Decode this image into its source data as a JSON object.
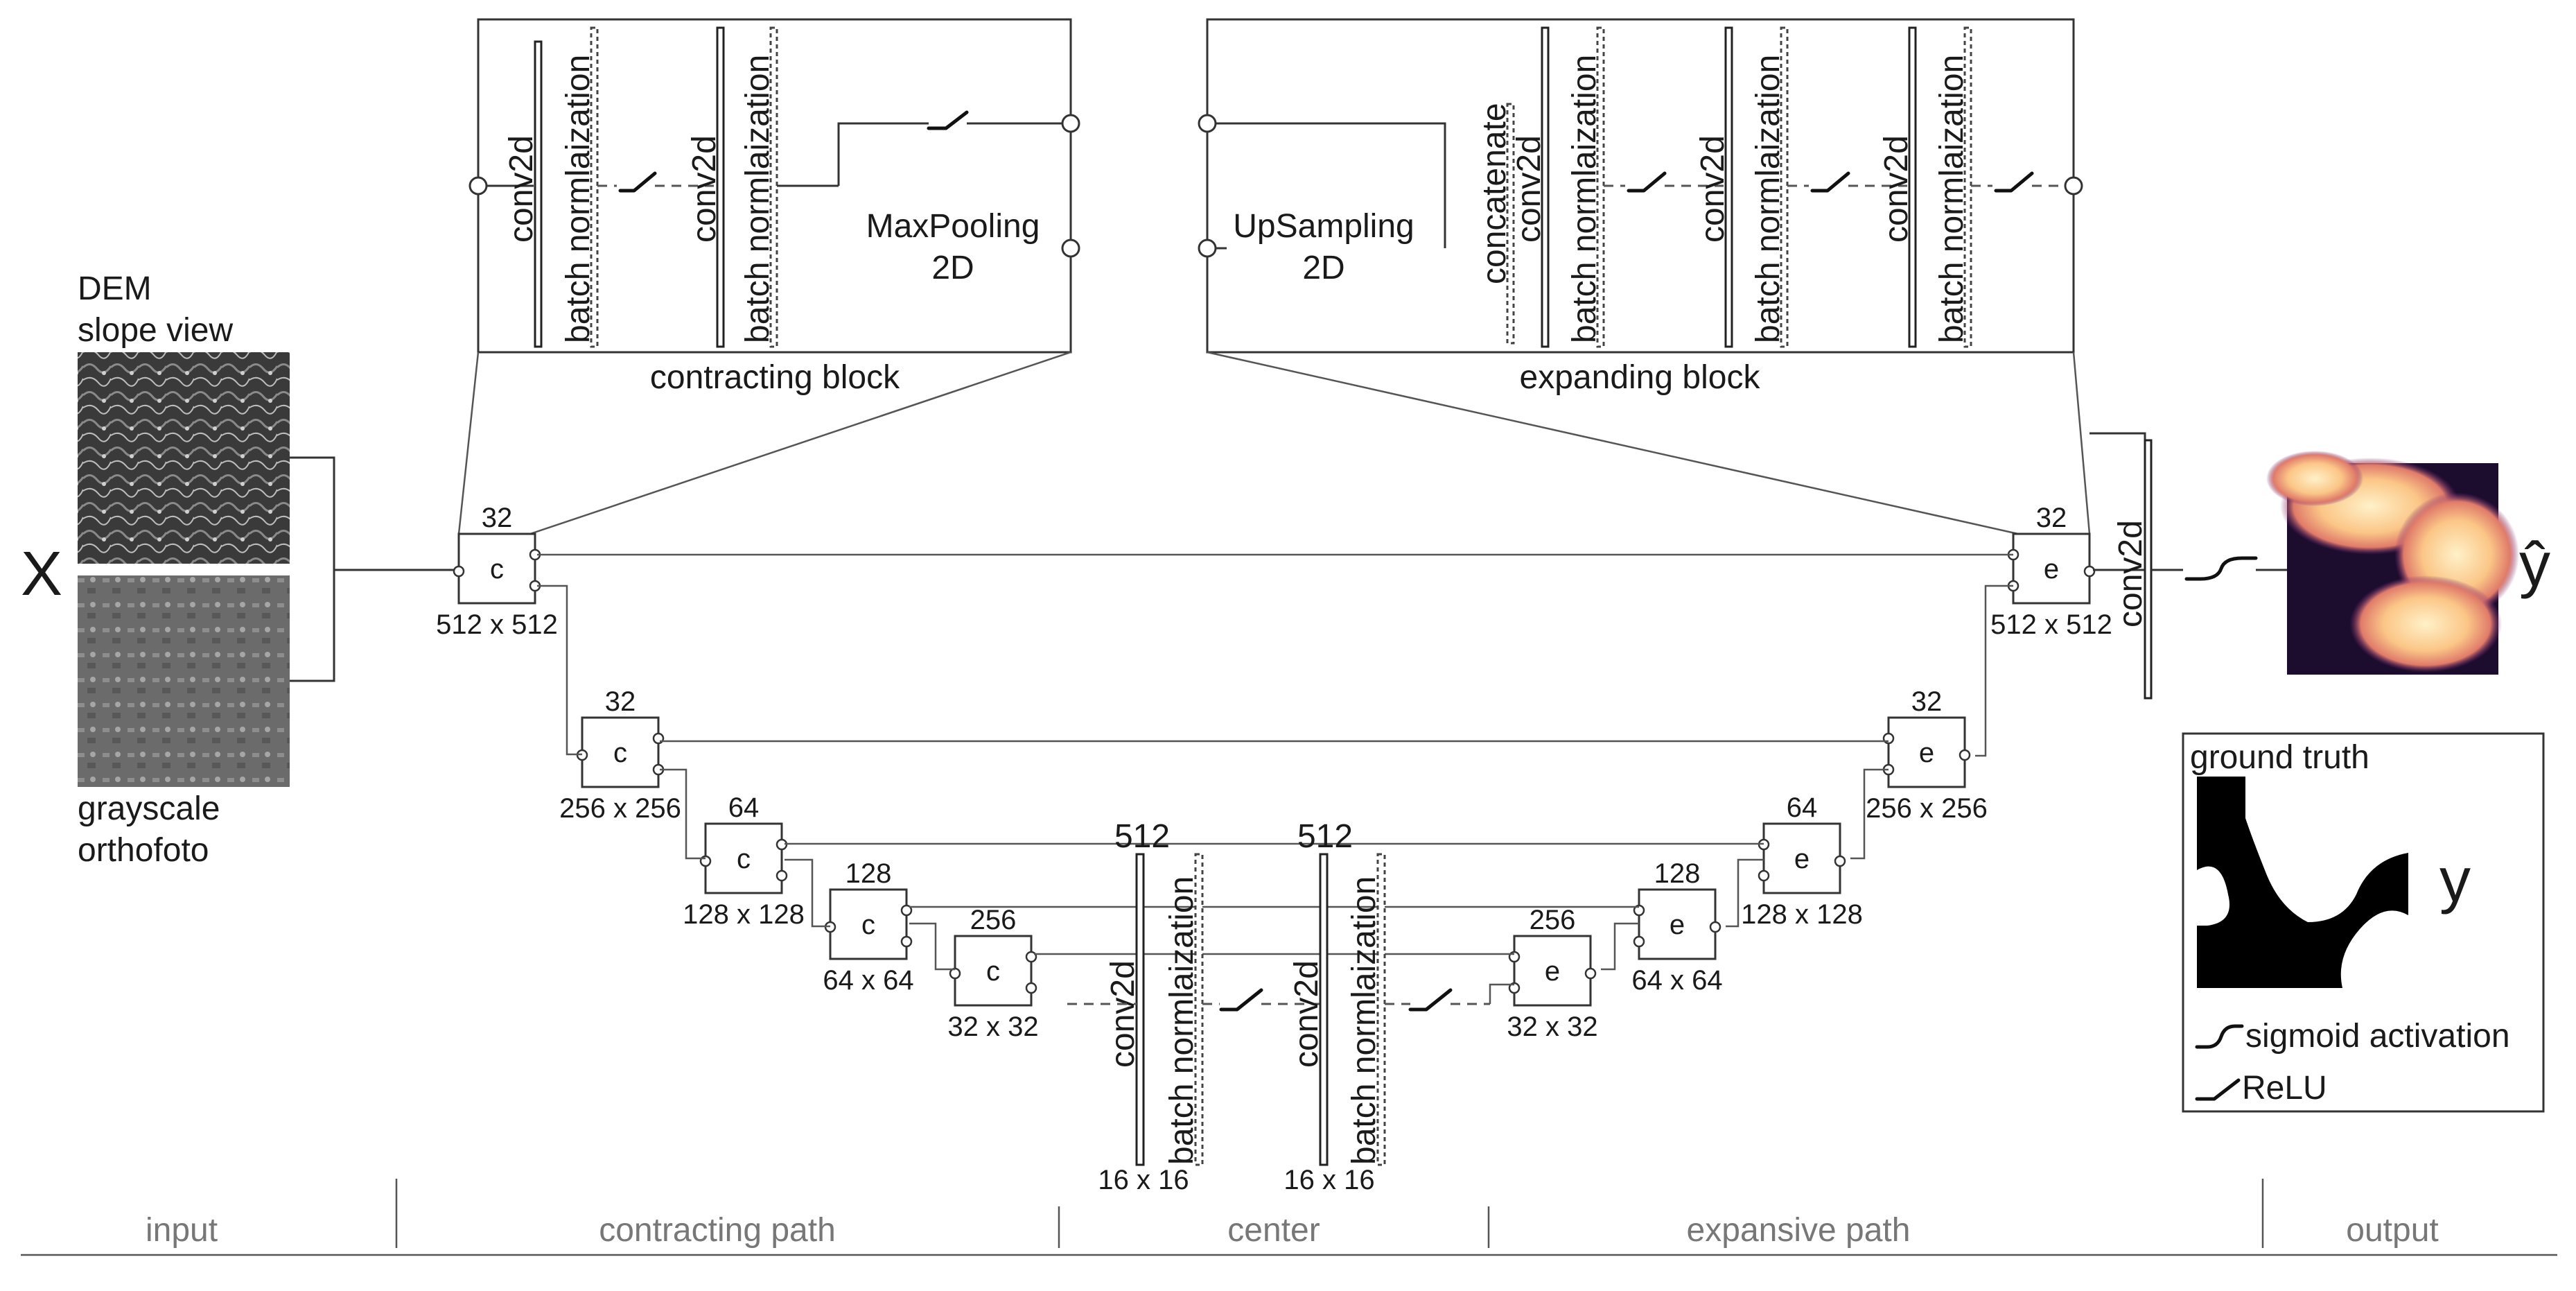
{
  "contracting_block": {
    "layers": [
      "conv2d",
      "batch normlaization",
      "conv2d",
      "batch normlaization"
    ],
    "pool_line1": "MaxPooling",
    "pool_line2": "2D",
    "caption": "contracting block"
  },
  "expanding_block": {
    "up_line1": "UpSampling",
    "up_line2": "2D",
    "layers": [
      "concatenate",
      "conv2d",
      "batch normlaization",
      "conv2d",
      "batch normlaization",
      "conv2d",
      "batch normlaization"
    ],
    "caption": "expanding block"
  },
  "input": {
    "dem_line1": "DEM",
    "dem_line2": "slope view",
    "ortho_line1": "grayscale",
    "ortho_line2": "orthofoto",
    "symbol": "X"
  },
  "contracting_nodes": [
    {
      "letter": "c",
      "channels": "32",
      "size": "512 x 512"
    },
    {
      "letter": "c",
      "channels": "32",
      "size": "256 x 256"
    },
    {
      "letter": "c",
      "channels": "64",
      "size": "128 x 128"
    },
    {
      "letter": "c",
      "channels": "128",
      "size": "64 x 64"
    },
    {
      "letter": "c",
      "channels": "256",
      "size": "32 x 32"
    }
  ],
  "center": {
    "left": {
      "channels": "512",
      "conv": "conv2d",
      "bn": "batch normlaization",
      "size": "16 x 16"
    },
    "right": {
      "channels": "512",
      "conv": "conv2d",
      "bn": "batch normlaization",
      "size": "16 x 16"
    }
  },
  "expanding_nodes": [
    {
      "letter": "e",
      "channels": "256",
      "size": "32 x 32"
    },
    {
      "letter": "e",
      "channels": "128",
      "size": "64 x 64"
    },
    {
      "letter": "e",
      "channels": "64",
      "size": "128 x 128"
    },
    {
      "letter": "e",
      "channels": "32",
      "size": "256 x 256"
    },
    {
      "letter": "e",
      "channels": "32",
      "size": "512 x 512"
    }
  ],
  "output": {
    "conv": "conv2d",
    "symbol_pred": "ŷ",
    "symbol_truth": "y",
    "legend_title": "ground truth",
    "legend_sigmoid": "sigmoid activation",
    "legend_relu": "ReLU"
  },
  "path_labels": [
    "input",
    "contracting path",
    "center",
    "expansive path",
    "output"
  ],
  "colors": {
    "line": "#333333",
    "path_label": "#777777",
    "prediction_dark": "#1c0c2e",
    "prediction_light": "#fde0b0",
    "ground_truth_fg": "#000000"
  }
}
